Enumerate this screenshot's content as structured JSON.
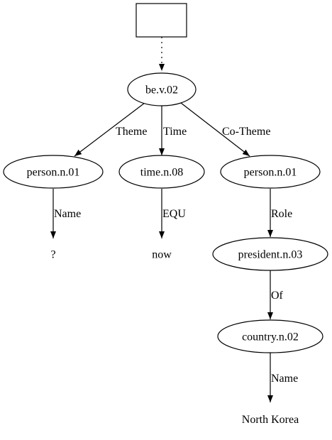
{
  "nodes": {
    "root_box": "",
    "be": "be.v.02",
    "person_left": "person.n.01",
    "time": "time.n.08",
    "person_right": "person.n.01",
    "unknown_value": "?",
    "now_value": "now",
    "president": "president.n.03",
    "country": "country.n.02",
    "north_korea_value": "North Korea"
  },
  "edges": {
    "theme": "Theme",
    "time": "Time",
    "co_theme": "Co-Theme",
    "name_left": "Name",
    "equ": "EQU",
    "role": "Role",
    "of": "Of",
    "name_country": "Name"
  }
}
